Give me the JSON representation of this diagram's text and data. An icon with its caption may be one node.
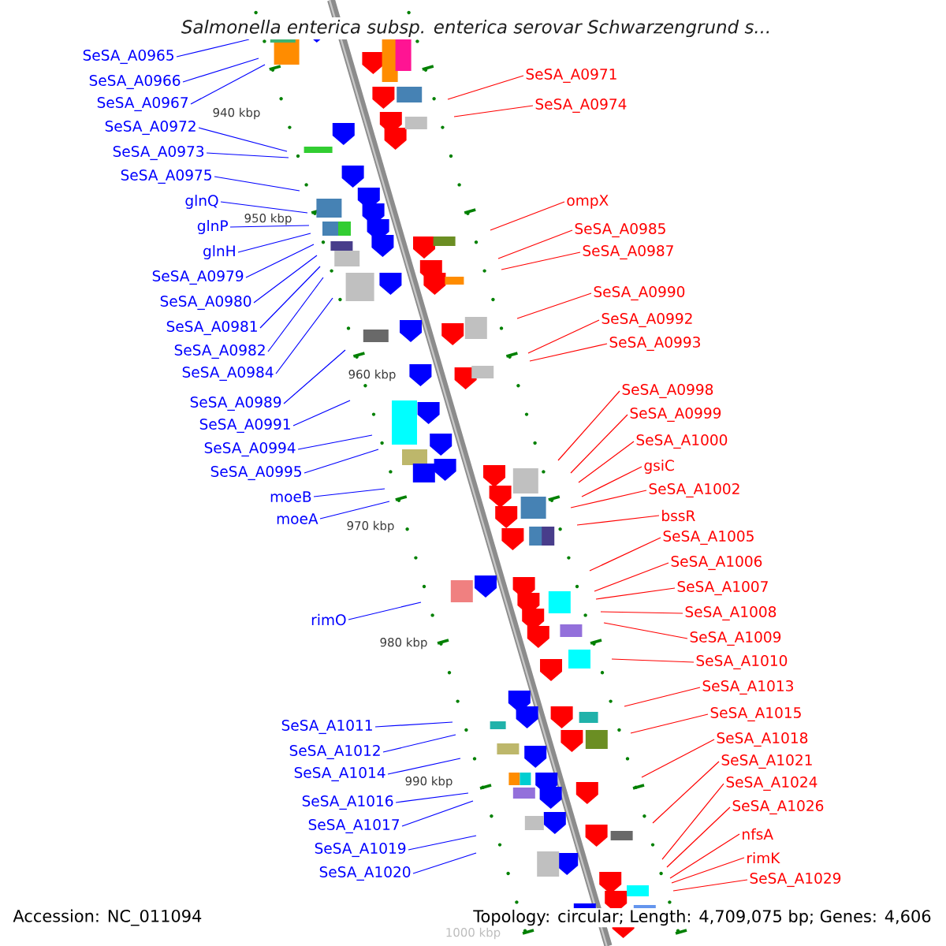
{
  "diagram": {
    "title": "Salmonella enterica subsp. enterica serovar Schwarzengrund s...",
    "nodes": [
      {
        "text": [
          "SeSA_A0965"
        ]
      },
      {
        "text": [
          "SeSA_A0966"
        ]
      },
      {
        "text": [
          "SeSA_A0967"
        ]
      },
      {
        "text": [
          "SeSA_A0972"
        ]
      },
      {
        "text": [
          "SeSA_A0973"
        ]
      },
      {
        "text": [
          "SeSA_A0975"
        ]
      },
      {
        "text": [
          "glnQ"
        ]
      },
      {
        "text": [
          "glnP"
        ]
      },
      {
        "text": [
          "glnH"
        ]
      },
      {
        "text": [
          "SeSA_A0979"
        ]
      },
      {
        "text": [
          "SeSA_A0980"
        ]
      },
      {
        "text": [
          "SeSA_A0981"
        ]
      },
      {
        "text": [
          "SeSA_A0982"
        ]
      },
      {
        "text": [
          "SeSA_A0984"
        ]
      },
      {
        "text": [
          "SeSA_A0989"
        ]
      },
      {
        "text": [
          "SeSA_A0991"
        ]
      },
      {
        "text": [
          "SeSA_A0994"
        ]
      },
      {
        "text": [
          "SeSA_A0995"
        ]
      },
      {
        "text": [
          "moeB"
        ]
      },
      {
        "text": [
          "moeA"
        ]
      },
      {
        "text": [
          "rimO"
        ]
      },
      {
        "text": [
          "SeSA_A1011"
        ]
      },
      {
        "text": [
          "SeSA_A1012"
        ]
      },
      {
        "text": [
          "SeSA_A1014"
        ]
      },
      {
        "text": [
          "SeSA_A1016"
        ]
      },
      {
        "text": [
          "SeSA_A1017"
        ]
      },
      {
        "text": [
          "SeSA_A1019"
        ]
      },
      {
        "text": [
          "SeSA_A1020"
        ]
      },
      {
        "text": [
          "SeSA_A0971"
        ]
      },
      {
        "text": [
          "SeSA_A0974"
        ]
      },
      {
        "text": [
          "ompX"
        ]
      },
      {
        "text": [
          "SeSA_A0985"
        ]
      },
      {
        "text": [
          "SeSA_A0987"
        ]
      },
      {
        "text": [
          "SeSA_A0990"
        ]
      },
      {
        "text": [
          "SeSA_A0992"
        ]
      },
      {
        "text": [
          "SeSA_A0993"
        ]
      },
      {
        "text": [
          "SeSA_A0998"
        ]
      },
      {
        "text": [
          "SeSA_A0999"
        ]
      },
      {
        "text": [
          "SeSA_A1000"
        ]
      },
      {
        "text": [
          "gsiC"
        ]
      },
      {
        "text": [
          "SeSA_A1002"
        ]
      },
      {
        "text": [
          "bssR"
        ]
      },
      {
        "text": [
          "SeSA_A1005"
        ]
      },
      {
        "text": [
          "SeSA_A1006"
        ]
      },
      {
        "text": [
          "SeSA_A1007"
        ]
      },
      {
        "text": [
          "SeSA_A1008"
        ]
      },
      {
        "text": [
          "SeSA_A1009"
        ]
      },
      {
        "text": [
          "SeSA_A1010"
        ]
      },
      {
        "text": [
          "SeSA_A1013"
        ]
      },
      {
        "text": [
          "SeSA_A1015"
        ]
      },
      {
        "text": [
          "SeSA_A1018"
        ]
      },
      {
        "text": [
          "SeSA_A1021"
        ]
      },
      {
        "text": [
          "SeSA_A1024"
        ]
      },
      {
        "text": [
          "SeSA_A1026"
        ]
      },
      {
        "text": [
          "nfsA"
        ]
      },
      {
        "text": [
          "rimK"
        ]
      },
      {
        "text": [
          "SeSA_A1029"
        ]
      }
    ],
    "edges": [
      {
        "from": 0,
        "to": null,
        "arrow": "none",
        "color": "#0000ff"
      },
      {
        "from": 1,
        "to": null,
        "arrow": "none",
        "color": "#0000ff"
      },
      {
        "from": 2,
        "to": null,
        "arrow": "none",
        "color": "#0000ff"
      },
      {
        "from": 3,
        "to": null,
        "arrow": "none",
        "color": "#0000ff"
      },
      {
        "from": 4,
        "to": null,
        "arrow": "none",
        "color": "#0000ff"
      },
      {
        "from": 5,
        "to": null,
        "arrow": "none",
        "color": "#0000ff"
      },
      {
        "from": 6,
        "to": null,
        "arrow": "none",
        "color": "#0000ff"
      },
      {
        "from": 7,
        "to": null,
        "arrow": "none",
        "color": "#0000ff"
      },
      {
        "from": 8,
        "to": null,
        "arrow": "none",
        "color": "#0000ff"
      },
      {
        "from": 9,
        "to": null,
        "arrow": "none",
        "color": "#0000ff"
      },
      {
        "from": 10,
        "to": null,
        "arrow": "none",
        "color": "#0000ff"
      },
      {
        "from": 11,
        "to": null,
        "arrow": "none",
        "color": "#0000ff"
      },
      {
        "from": 12,
        "to": null,
        "arrow": "none",
        "color": "#0000ff"
      },
      {
        "from": 13,
        "to": null,
        "arrow": "none",
        "color": "#0000ff"
      },
      {
        "from": 14,
        "to": null,
        "arrow": "none",
        "color": "#0000ff"
      },
      {
        "from": 15,
        "to": null,
        "arrow": "none",
        "color": "#0000ff"
      },
      {
        "from": 16,
        "to": null,
        "arrow": "none",
        "color": "#0000ff"
      },
      {
        "from": 17,
        "to": null,
        "arrow": "none",
        "color": "#0000ff"
      },
      {
        "from": 18,
        "to": null,
        "arrow": "none",
        "color": "#0000ff"
      },
      {
        "from": 19,
        "to": null,
        "arrow": "none",
        "color": "#0000ff"
      },
      {
        "from": 20,
        "to": null,
        "arrow": "none",
        "color": "#0000ff"
      },
      {
        "from": 21,
        "to": null,
        "arrow": "none",
        "color": "#0000ff"
      },
      {
        "from": 22,
        "to": null,
        "arrow": "none",
        "color": "#0000ff"
      },
      {
        "from": 23,
        "to": null,
        "arrow": "none",
        "color": "#0000ff"
      },
      {
        "from": 24,
        "to": null,
        "arrow": "none",
        "color": "#0000ff"
      },
      {
        "from": 25,
        "to": null,
        "arrow": "none",
        "color": "#0000ff"
      },
      {
        "from": 26,
        "to": null,
        "arrow": "none",
        "color": "#0000ff"
      },
      {
        "from": 27,
        "to": null,
        "arrow": "none",
        "color": "#0000ff"
      },
      {
        "from": 28,
        "to": null,
        "arrow": "none",
        "color": "#ff0000"
      },
      {
        "from": 29,
        "to": null,
        "arrow": "none",
        "color": "#ff0000"
      },
      {
        "from": 30,
        "to": null,
        "arrow": "none",
        "color": "#ff0000"
      },
      {
        "from": 31,
        "to": null,
        "arrow": "none",
        "color": "#ff0000"
      },
      {
        "from": 32,
        "to": null,
        "arrow": "none",
        "color": "#ff0000"
      },
      {
        "from": 33,
        "to": null,
        "arrow": "none",
        "color": "#ff0000"
      },
      {
        "from": 34,
        "to": null,
        "arrow": "none",
        "color": "#ff0000"
      },
      {
        "from": 35,
        "to": null,
        "arrow": "none",
        "color": "#ff0000"
      },
      {
        "from": 36,
        "to": null,
        "arrow": "none",
        "color": "#ff0000"
      },
      {
        "from": 37,
        "to": null,
        "arrow": "none",
        "color": "#ff0000"
      },
      {
        "from": 38,
        "to": null,
        "arrow": "none",
        "color": "#ff0000"
      },
      {
        "from": 39,
        "to": null,
        "arrow": "none",
        "color": "#ff0000"
      },
      {
        "from": 40,
        "to": null,
        "arrow": "none",
        "color": "#ff0000"
      },
      {
        "from": 41,
        "to": null,
        "arrow": "none",
        "color": "#ff0000"
      },
      {
        "from": 42,
        "to": null,
        "arrow": "none",
        "color": "#ff0000"
      },
      {
        "from": 43,
        "to": null,
        "arrow": "none",
        "color": "#ff0000"
      },
      {
        "from": 44,
        "to": null,
        "arrow": "none",
        "color": "#ff0000"
      },
      {
        "from": 45,
        "to": null,
        "arrow": "none",
        "color": "#ff0000"
      },
      {
        "from": 46,
        "to": null,
        "arrow": "none",
        "color": "#ff0000"
      },
      {
        "from": 47,
        "to": null,
        "arrow": "none",
        "color": "#ff0000"
      },
      {
        "from": 48,
        "to": null,
        "arrow": "none",
        "color": "#ff0000"
      },
      {
        "from": 49,
        "to": null,
        "arrow": "none",
        "color": "#ff0000"
      },
      {
        "from": 50,
        "to": null,
        "arrow": "none",
        "color": "#ff0000"
      },
      {
        "from": 51,
        "to": null,
        "arrow": "none",
        "color": "#ff0000"
      },
      {
        "from": 52,
        "to": null,
        "arrow": "none",
        "color": "#ff0000"
      },
      {
        "from": 53,
        "to": null,
        "arrow": "none",
        "color": "#ff0000"
      },
      {
        "from": 54,
        "to": null,
        "arrow": "none",
        "color": "#ff0000"
      },
      {
        "from": 55,
        "to": null,
        "arrow": "none",
        "color": "#ff0000"
      },
      {
        "from": 56,
        "to": null,
        "arrow": "none",
        "color": "#ff0000"
      }
    ],
    "labels": [
      "940 kbp",
      "950 kbp",
      "960 kbp",
      "970 kbp",
      "980 kbp",
      "990 kbp",
      "1000 kbp",
      "Accession: NC_011094",
      "Topology: circular; Length: 4,709,075 bp; Genes: 4,606"
    ]
  }
}
